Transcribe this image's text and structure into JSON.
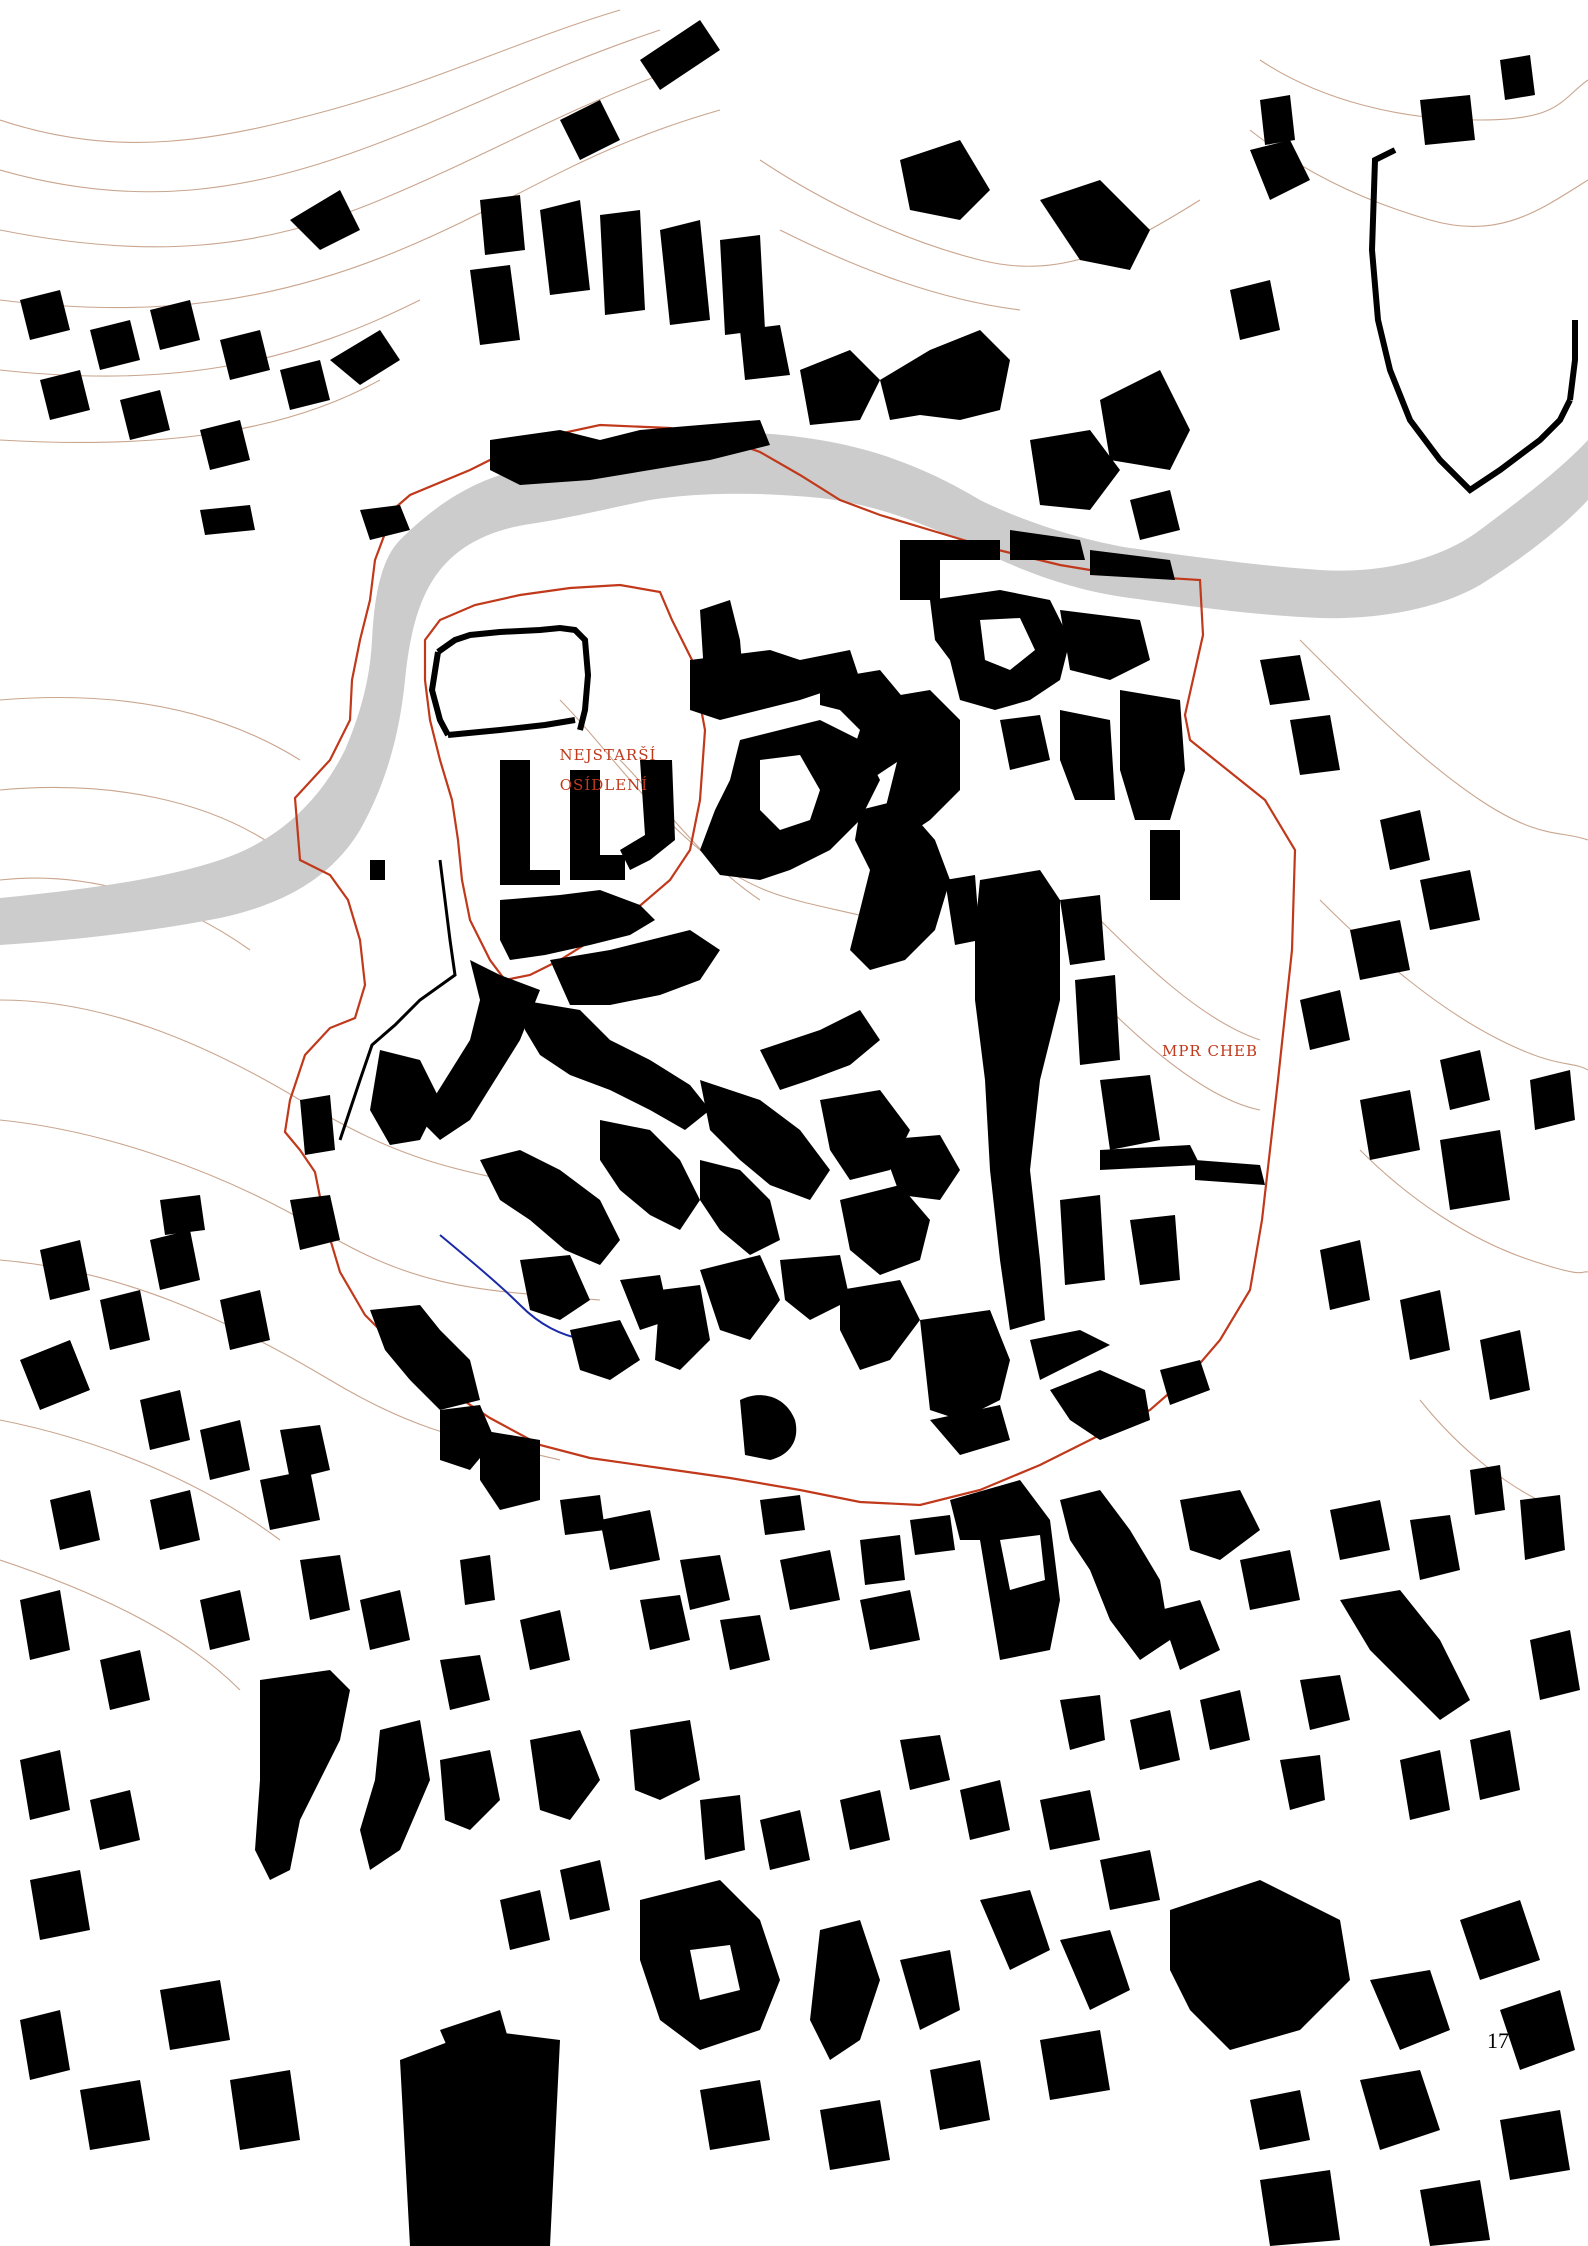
{
  "map": {
    "labels": {
      "oldest_settlement_line1": "NEJSTARŠÍ",
      "oldest_settlement_line2": "OSÍDLENÍ",
      "heritage_zone": "MPR CHEB"
    },
    "page_number": "17",
    "colors": {
      "background": "#ffffff",
      "buildings": "#000000",
      "river": "#cccccc",
      "boundary": "#c0391b",
      "contours": "#c9a58e",
      "label_text": "#c0391b",
      "blue_line": "#1a2aa8"
    }
  }
}
